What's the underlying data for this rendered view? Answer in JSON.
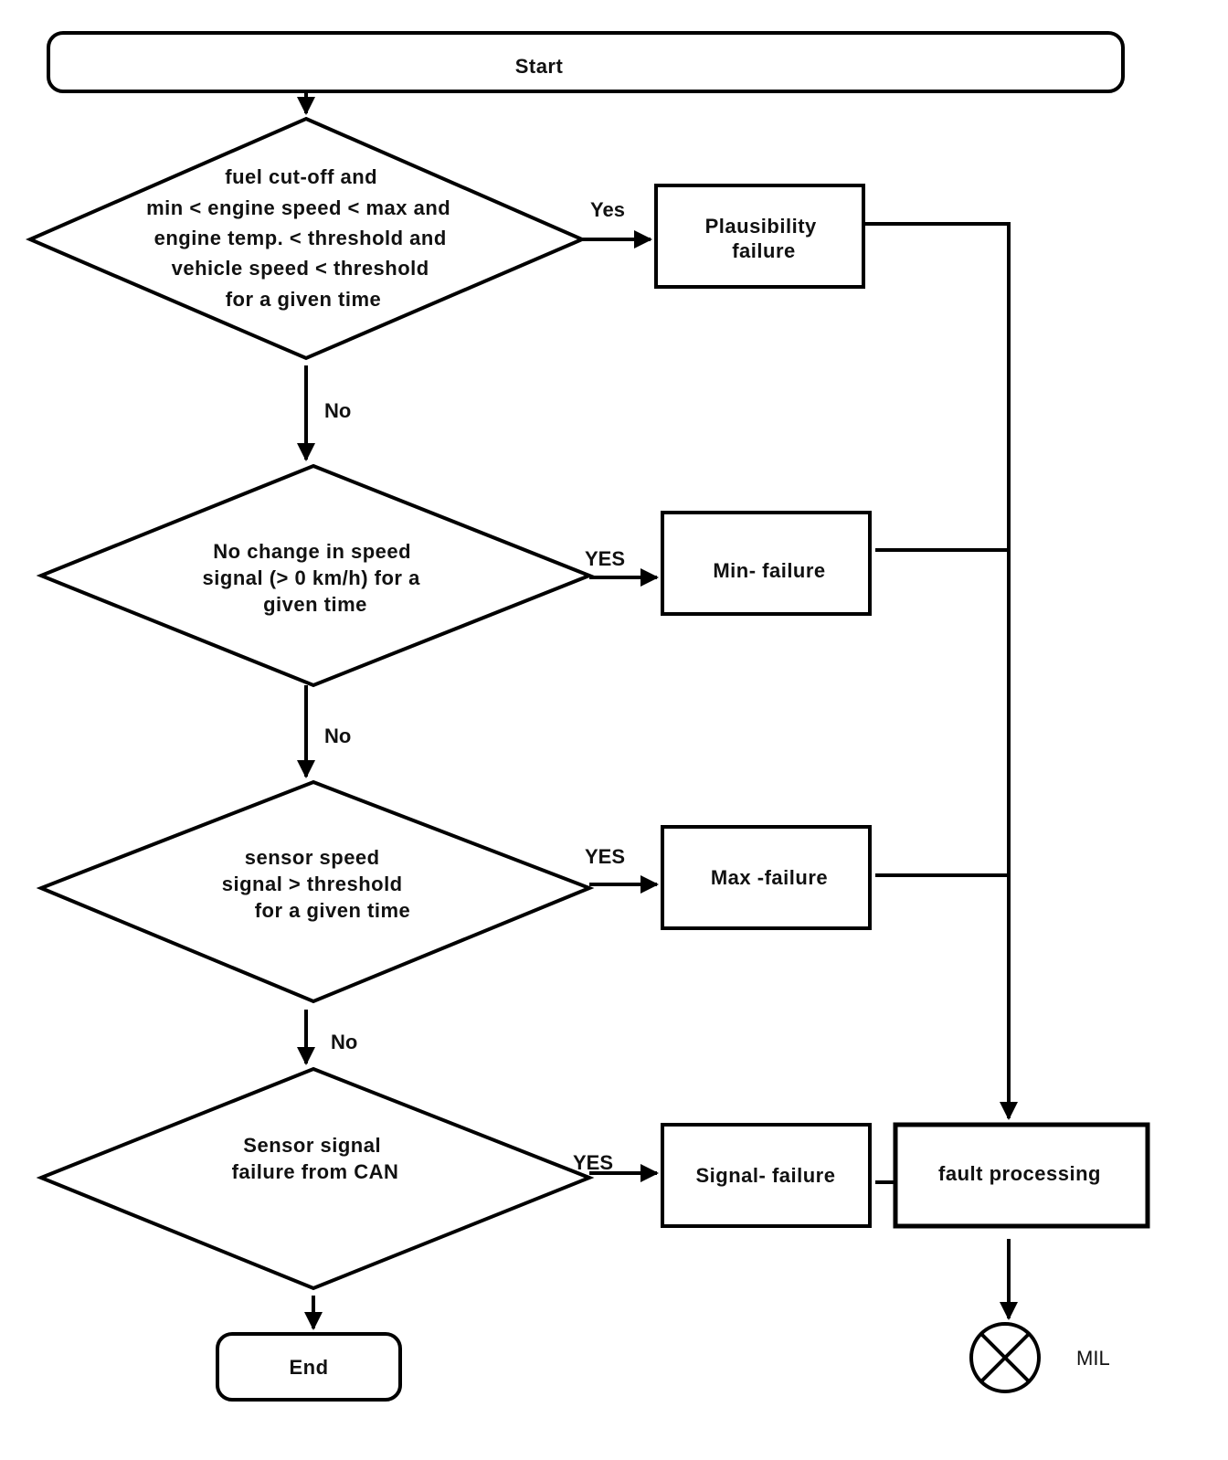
{
  "start": {
    "label": "Start"
  },
  "end": {
    "label": "End"
  },
  "decisions": [
    {
      "id": "plausibility-check",
      "lines": [
        "fuel cut-off and",
        "min < engine speed < max and",
        "engine temp. < threshold and",
        "vehicle speed < threshold",
        "for a given time"
      ],
      "yes_label": "Yes",
      "no_label": "No"
    },
    {
      "id": "min-check",
      "lines": [
        "No change in speed",
        "signal (> 0 km/h) for a",
        "given time"
      ],
      "yes_label": "YES",
      "no_label": "No"
    },
    {
      "id": "max-check",
      "lines": [
        "sensor speed",
        "signal  > threshold",
        "for a given time"
      ],
      "yes_label": "YES",
      "no_label": "No"
    },
    {
      "id": "can-check",
      "lines": [
        "Sensor signal",
        "failure from CAN"
      ],
      "yes_label": "YES"
    }
  ],
  "failures": [
    {
      "id": "plausibility",
      "lines": [
        "Plausibility",
        "failure"
      ]
    },
    {
      "id": "min",
      "lines": [
        "Min- failure"
      ]
    },
    {
      "id": "max",
      "lines": [
        "Max -failure"
      ]
    },
    {
      "id": "signal",
      "lines": [
        "Signal- failure"
      ]
    }
  ],
  "fault_processing": {
    "label": "fault processing"
  },
  "mil": {
    "label": "MIL",
    "icon": "lamp-cross-icon"
  }
}
